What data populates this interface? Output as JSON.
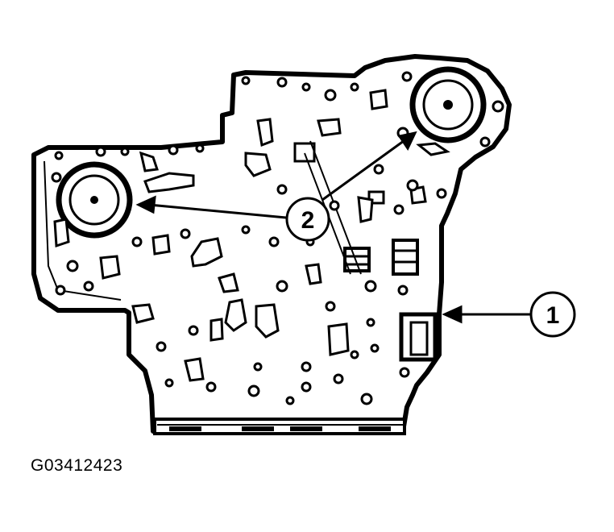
{
  "figure": {
    "code": "G03412423",
    "stroke_color": "#000000",
    "background_color": "#ffffff"
  },
  "callouts": [
    {
      "number": "1"
    },
    {
      "number": "2"
    }
  ]
}
